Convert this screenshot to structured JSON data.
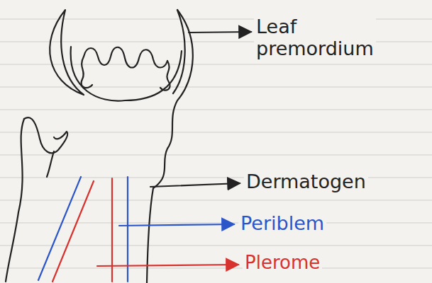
{
  "diagram": {
    "labels": [
      "Leaf premordium",
      "Dermatogen",
      "Periblem",
      "Plerome"
    ]
  }
}
